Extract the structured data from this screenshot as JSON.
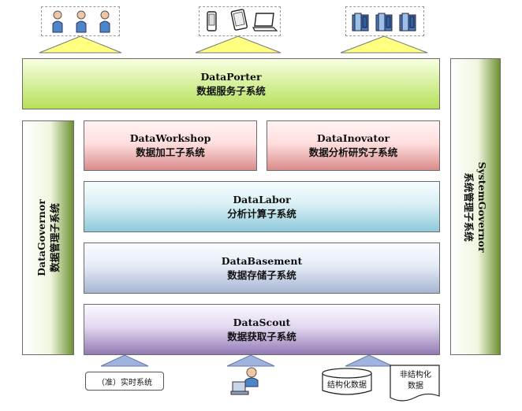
{
  "subsystems": {
    "porter": {
      "name": "DataPorter",
      "cn": "数据服务子系统"
    },
    "workshop": {
      "name": "DataWorkshop",
      "cn": "数据加工子系统"
    },
    "inovator": {
      "name": "DataInovator",
      "cn": "数据分析研究子系统"
    },
    "labor": {
      "name": "DataLabor",
      "cn": "分析计算子系统"
    },
    "basement": {
      "name": "DataBasement",
      "cn": "数据存储子系统"
    },
    "scout": {
      "name": "DataScout",
      "cn": "数据获取子系统"
    },
    "governor": {
      "name": "DataGovernor",
      "cn": "数据管理子系统"
    },
    "system_governor": {
      "name": "SystemGovernor",
      "cn": "系统管理子系统"
    }
  },
  "sources": {
    "realtime": "（准）实时系统",
    "structured": "结构化数据",
    "unstructured_line1": "非结构化",
    "unstructured_line2": "数据"
  },
  "icons": {
    "consumers": [
      "user-icon",
      "user-icon",
      "user-icon"
    ],
    "devices": [
      "phone-icon",
      "tablet-icon",
      "laptop-icon"
    ],
    "servers": [
      "server-icon",
      "server-icon",
      "server-icon"
    ],
    "inputs": [
      "user-computer-icon",
      "database-icon",
      "document-icon"
    ]
  },
  "colors": {
    "porter": "#b6e05a",
    "workshop": "#d98b8b",
    "labor": "#8ec9da",
    "basement": "#a6b6d2",
    "scout": "#9279b5",
    "governor": "#6e9232",
    "triangle": "#ffff80",
    "input_triangle": "#9fb3dc"
  }
}
